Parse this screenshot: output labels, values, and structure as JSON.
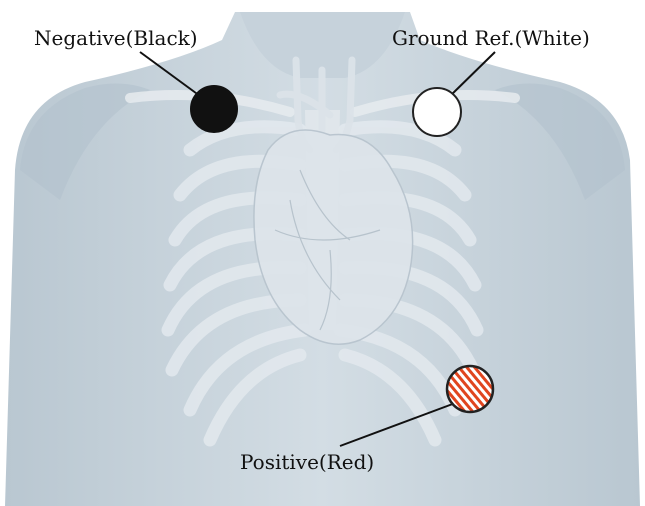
{
  "labels": {
    "negative": "Negative(Black)",
    "ground": "Ground Ref.(White)",
    "positive": "Positive(Red)"
  },
  "electrodes": {
    "negative": {
      "fill": "#111111",
      "stroke": "#111111"
    },
    "ground": {
      "fill": "#ffffff",
      "stroke": "#222222"
    },
    "positive": {
      "fill": "#ffffff",
      "stripe": "#e0451f",
      "stroke": "#222222"
    }
  },
  "colors": {
    "skin": "#c9d4dc",
    "skin_shadow": "#aebcc7",
    "bone": "#e2e8ed",
    "heart": "#dfe5ea"
  }
}
